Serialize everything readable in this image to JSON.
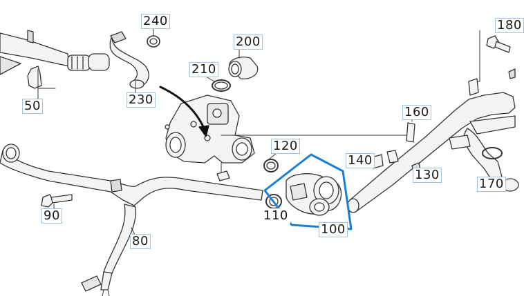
{
  "callouts": {
    "c240": "240",
    "c200": "200",
    "c210": "210",
    "c230": "230",
    "c50": "50",
    "c160": "160",
    "c180": "180",
    "c120": "120",
    "c140": "140",
    "c130": "130",
    "c170": "170",
    "c90": "90",
    "c110": "110",
    "c100": "100",
    "c80": "80"
  },
  "colors": {
    "line": "#333333",
    "part_fill": "#f4f4f4",
    "highlight": "#1a7fd4",
    "label_border": "#9fc3e0"
  },
  "highlighted_part": "100"
}
